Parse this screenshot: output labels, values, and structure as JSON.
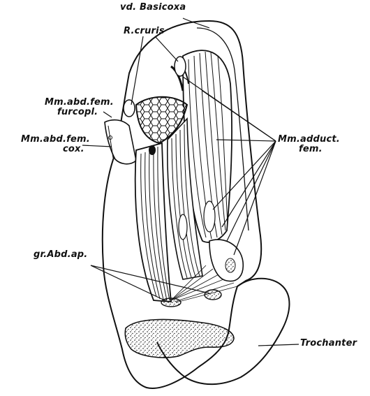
{
  "labels": {
    "basicoxa": "vd. Basicoxa",
    "r_cruris": "R.cruris",
    "abd_fem_furcopl_line1": "Mm.abd.fem.",
    "abd_fem_furcopl_line2": "furcopl.",
    "abd_fem_cox_line1": "Mm.abd.fem.",
    "abd_fem_cox_line2": "cox.",
    "adduct_fem_line1": "Mm.adduct.",
    "adduct_fem_line2": "fem.",
    "gr_abd_ap": "gr.Abd.ap.",
    "trochanter": "Trochanter"
  }
}
